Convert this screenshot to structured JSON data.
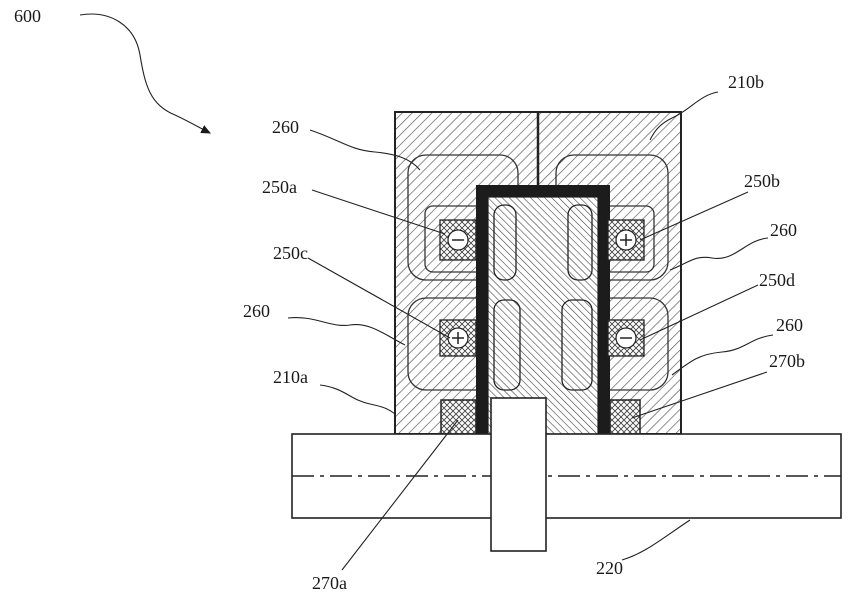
{
  "figure": {
    "number_label": "600",
    "labels": {
      "housing_right": "210b",
      "housing_left": "210a",
      "flux_upper_left": "260",
      "flux_right_upper": "260",
      "flux_left_lower": "260",
      "flux_right_lower": "260",
      "coil_upper_left": "250a",
      "coil_upper_right": "250b",
      "coil_lower_left": "250c",
      "coil_lower_right": "250d",
      "bearing_right": "270b",
      "bearing_left": "270a",
      "shaft": "220"
    },
    "colors": {
      "ink": "#1a1a1a",
      "background": "#ffffff",
      "hatch": "#555555"
    }
  }
}
